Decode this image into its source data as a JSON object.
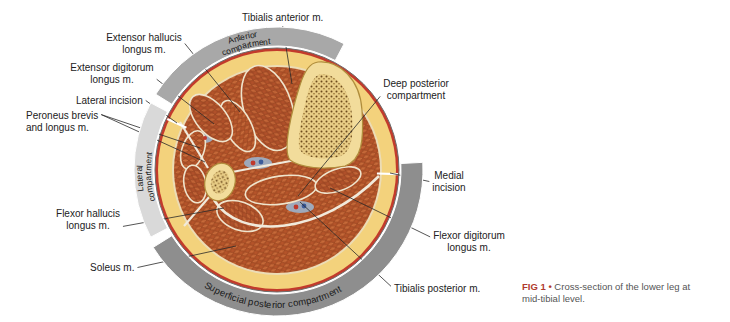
{
  "diagram": {
    "caption": "FIG 1 • Cross-section of the lower leg at mid-tibial level.",
    "nodes": [
      {
        "text": [
          "Anterior compartment"
        ]
      },
      {
        "text": [
          "Lateral compartment"
        ]
      },
      {
        "text": [
          "Superficial posterior compartment"
        ]
      }
    ],
    "labels": [
      "Tibialis anterior m.",
      "Extensor hallucis longus m.",
      "Extensor digitorum longus m.",
      "Deep posterior compartment",
      "Lateral incision",
      "Peroneus brevis and longus m.",
      "Medial incision",
      "Flexor hallucis longus m.",
      "Flexor digitorum longus m.",
      "Soleus m.",
      "Tibialis posterior m."
    ]
  }
}
